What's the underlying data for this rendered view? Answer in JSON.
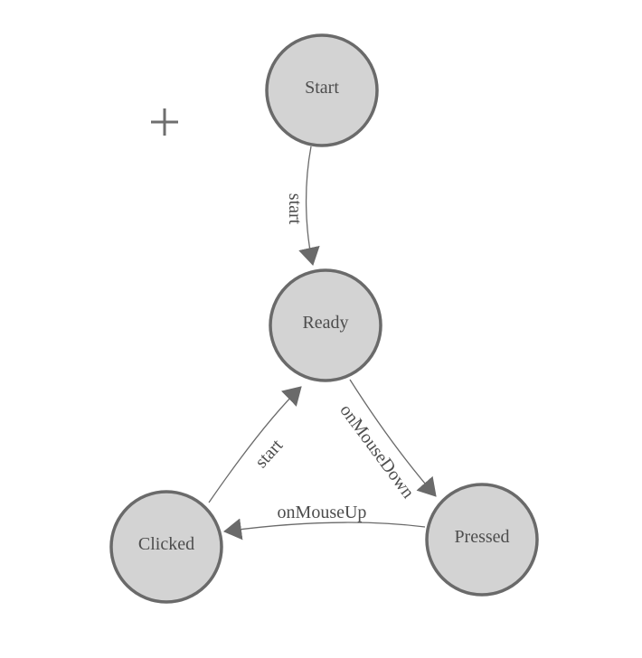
{
  "diagram": {
    "background_color": "#ffffff",
    "node_fill_color": "#d3d3d3",
    "node_stroke_color": "#6a6a6a",
    "edge_color": "#6a6a6a",
    "text_color": "#4d4d4d",
    "nodes": [
      {
        "label": "Start"
      },
      {
        "label": "Ready"
      },
      {
        "label": "Clicked"
      },
      {
        "label": "Pressed"
      }
    ],
    "edges": [
      {
        "from": "Start",
        "to": "Ready",
        "label": "start"
      },
      {
        "from": "Clicked",
        "to": "Ready",
        "label": "start"
      },
      {
        "from": "Ready",
        "to": "Pressed",
        "label": "onMouseDown"
      },
      {
        "from": "Pressed",
        "to": "Clicked",
        "label": "onMouseUp"
      }
    ],
    "crosshair_icon": "+"
  }
}
